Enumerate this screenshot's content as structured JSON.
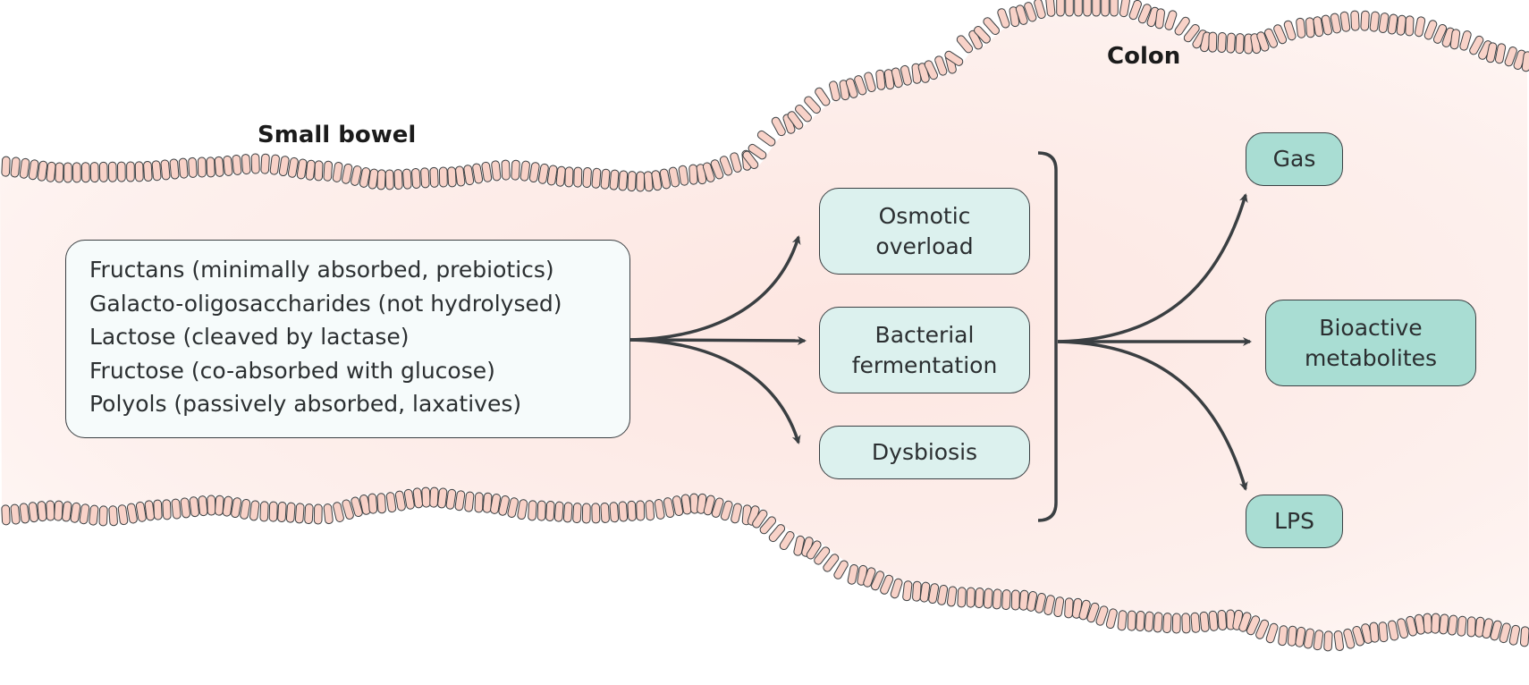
{
  "regions": {
    "small_bowel": "Small bowel",
    "colon": "Colon"
  },
  "sugars": [
    "Fructans (minimally absorbed, prebiotics)",
    "Galacto-oligosaccharides (not hydrolysed)",
    "Lactose (cleaved by lactase)",
    "Fructose (co-absorbed with glucose)",
    "Polyols (passively absorbed, laxatives)"
  ],
  "mechanisms": {
    "osmotic": [
      "Osmotic",
      "overload"
    ],
    "fermentation": [
      "Bacterial",
      "fermentation"
    ],
    "dysbiosis": "Dysbiosis"
  },
  "outcomes": {
    "gas": "Gas",
    "metabolites": [
      "Bioactive",
      "metabolites"
    ],
    "lps": "LPS"
  },
  "colors": {
    "lumen": "#fde8e4",
    "villi_fill": "#f8d2c8",
    "outline": "#3a3f42",
    "box_light": "#dcf1ee",
    "box_dark": "#a9ddd3"
  }
}
